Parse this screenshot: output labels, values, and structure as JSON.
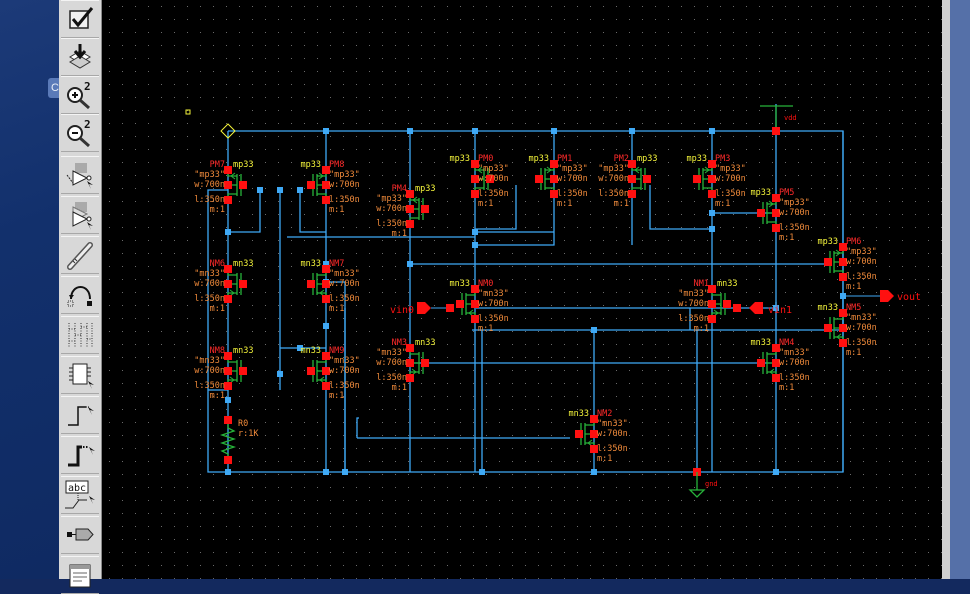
{
  "window": {
    "desktop_tab_label": "C"
  },
  "toolbar": {
    "items": [
      {
        "name": "check-and-save",
        "icon": "checkmark-icon"
      },
      {
        "name": "save",
        "icon": "save-down-arrow-icon"
      },
      {
        "name": "zoom-in",
        "icon": "zoom-in-icon",
        "badge": "2"
      },
      {
        "name": "zoom-out",
        "icon": "zoom-out-icon",
        "badge": "2"
      },
      {
        "name": "create-instance",
        "icon": "instance-icon"
      },
      {
        "name": "copy",
        "icon": "copy-instance-icon"
      },
      {
        "name": "wire",
        "icon": "wire-pencil-icon"
      },
      {
        "name": "wire-name",
        "icon": "wire-arc-icon"
      },
      {
        "name": "stretch",
        "icon": "stretch-icon"
      },
      {
        "name": "create-cellview",
        "icon": "chip-icon"
      },
      {
        "name": "wire-narrow",
        "icon": "step-wire-icon"
      },
      {
        "name": "wire-wide",
        "icon": "step-wire-thick-icon"
      },
      {
        "name": "label",
        "icon": "abc-label-icon",
        "text": "abc"
      },
      {
        "name": "pin",
        "icon": "pin-icon"
      },
      {
        "name": "properties",
        "icon": "form-icon"
      }
    ]
  },
  "schematic": {
    "colors": {
      "wire": "#3fa9f5",
      "pin": "#ff1010",
      "device": "#27b33a",
      "inst_name": "#ff2a2a",
      "cell_name": "#f5f53a",
      "param": "#f08a3a",
      "grid": "#6a6a6a"
    },
    "supply": {
      "vdd": "vdd",
      "gnd": "gnd"
    },
    "pins": [
      {
        "name": "vin0",
        "dir": "input"
      },
      {
        "name": "vin1",
        "dir": "input"
      },
      {
        "name": "vout",
        "dir": "output"
      }
    ],
    "resistor": {
      "inst": "R0",
      "value": "r:1K"
    },
    "transistors": [
      {
        "inst": "PM7",
        "cell": "mp33",
        "model": "\"mp33\"",
        "w": "w:700n",
        "l": "l:350n",
        "m": "m:1",
        "type": "p"
      },
      {
        "inst": "PM8",
        "cell": "mp33",
        "model": "\"mp33\"",
        "w": "w:700n",
        "l": "l:350n",
        "m": "m:1",
        "type": "p"
      },
      {
        "inst": "PM4",
        "cell": "mp33",
        "model": "\"mp33\"",
        "w": "w:700n",
        "l": "l:350n",
        "m": "m:1",
        "type": "p"
      },
      {
        "inst": "PM0",
        "cell": "mp33",
        "model": "\"mp33\"",
        "w": "w:700n",
        "l": "l:350n",
        "m": "m:1",
        "type": "p"
      },
      {
        "inst": "PM1",
        "cell": "mp33",
        "model": "\"mp33\"",
        "w": "w:700n",
        "l": "l:350n",
        "m": "m:1",
        "type": "p"
      },
      {
        "inst": "PM2",
        "cell": "mp33",
        "model": "\"mp33\"",
        "w": "w:700n",
        "l": "l:350n",
        "m": "m:1",
        "type": "p"
      },
      {
        "inst": "PM3",
        "cell": "mp33",
        "model": "\"mp33\"",
        "w": "w:700n",
        "l": "l:350n",
        "m": "m:1",
        "type": "p"
      },
      {
        "inst": "PM5",
        "cell": "mp33",
        "model": "\"mp33\"",
        "w": "w:700n",
        "l": "l:350n",
        "m": "m:1",
        "type": "p"
      },
      {
        "inst": "PM6",
        "cell": "mp33",
        "model": "\"mp33\"",
        "w": "w:700n",
        "l": "l:350n",
        "m": "m:1",
        "type": "p"
      },
      {
        "inst": "NM6",
        "cell": "mn33",
        "model": "\"mn33\"",
        "w": "w:700n",
        "l": "l:350n",
        "m": "m:1",
        "type": "n"
      },
      {
        "inst": "NM7",
        "cell": "mn33",
        "model": "\"mn33\"",
        "w": "w:700n",
        "l": "l:350n",
        "m": "m:1",
        "type": "n"
      },
      {
        "inst": "NM8",
        "cell": "mn33",
        "model": "\"mn33\"",
        "w": "w:700n",
        "l": "l:350n",
        "m": "m:1",
        "type": "n"
      },
      {
        "inst": "NM9",
        "cell": "mn33",
        "model": "\"mn33\"",
        "w": "w:700n",
        "l": "l:350n",
        "m": "m:1",
        "type": "n"
      },
      {
        "inst": "NM0",
        "cell": "mn33",
        "model": "\"mn33\"",
        "w": "w:700n",
        "l": "l:350n",
        "m": "m:1",
        "type": "n"
      },
      {
        "inst": "NM1",
        "cell": "mn33",
        "model": "\"mn33\"",
        "w": "w:700n",
        "l": "l:350n",
        "m": "m:1",
        "type": "n"
      },
      {
        "inst": "NM3",
        "cell": "mn33",
        "model": "\"mn33\"",
        "w": "w:700n",
        "l": "l:350n",
        "m": "m:1",
        "type": "n"
      },
      {
        "inst": "NM4",
        "cell": "mn33",
        "model": "\"mn33\"",
        "w": "w:700n",
        "l": "l:350n",
        "m": "m:1",
        "type": "n"
      },
      {
        "inst": "NM5",
        "cell": "mn33",
        "model": "\"mn33\"",
        "w": "w:700n",
        "l": "l:350n",
        "m": "m:1",
        "type": "n"
      },
      {
        "inst": "NM2",
        "cell": "mn33",
        "model": "\"mn33\"",
        "w": "w:700n",
        "l": "l:350n",
        "m": "m:1",
        "type": "n"
      }
    ]
  }
}
